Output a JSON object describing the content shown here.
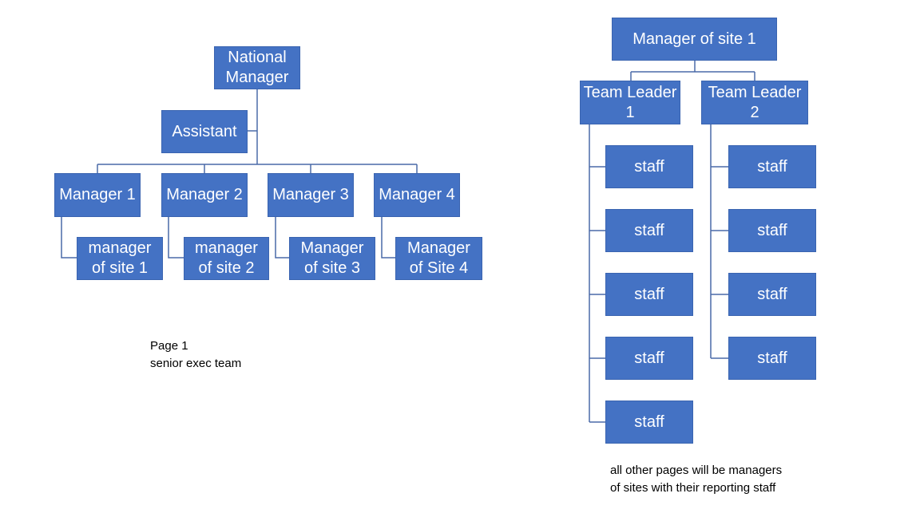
{
  "colors": {
    "box_fill": "#4472c4",
    "box_text": "#ffffff",
    "connector": "#4a6aa8"
  },
  "chart1": {
    "top": "National\nManager",
    "assistant": "Assistant",
    "managers": [
      "Manager 1",
      "Manager 2",
      "Manager 3",
      "Manager 4"
    ],
    "site_managers": [
      "manager\nof site 1",
      "manager\nof site 2",
      "Manager\nof site 3",
      "Manager\nof Site 4"
    ],
    "note": "Page 1\nsenior exec team"
  },
  "chart2": {
    "top": "Manager of site 1",
    "leaders": [
      "Team Leader\n1",
      "Team Leader\n2"
    ],
    "staff_left": [
      "staff",
      "staff",
      "staff",
      "staff",
      "staff"
    ],
    "staff_right": [
      "staff",
      "staff",
      "staff",
      "staff"
    ],
    "note": "all other pages will be managers\nof sites with their reporting staff"
  }
}
